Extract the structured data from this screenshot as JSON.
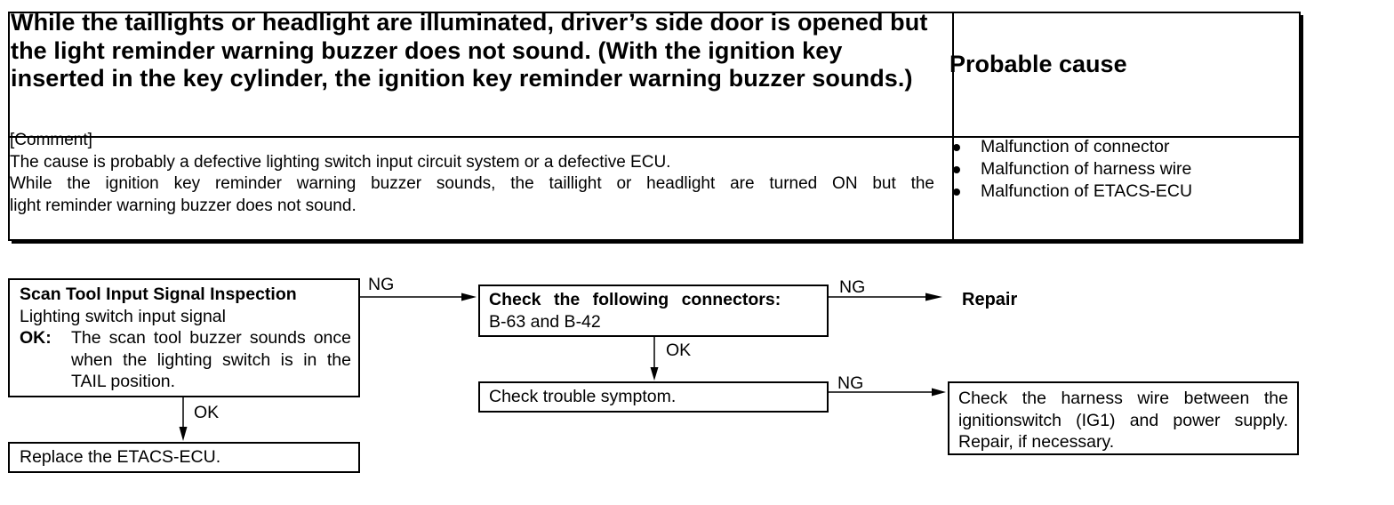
{
  "symptom": {
    "title": "While the taillights or headlight are illuminated, driver’s side door is opened but the light reminder warning buzzer does not sound. (With the ignition key inserted in the key cylinder, the ignition key reminder warning buzzer sounds.)",
    "probable_cause_header": "Probable cause"
  },
  "comment": {
    "label": "[Comment]",
    "line1": "The cause is probably a defective lighting switch input circuit system or a defective ECU.",
    "line2a": "While the ignition key reminder warning buzzer sounds, the taillight or headlight are turned ON but the",
    "line2b": "light reminder warning buzzer does not sound."
  },
  "causes": [
    "Malfunction of connector",
    "Malfunction of harness wire",
    "Malfunction of ETACS-ECU"
  ],
  "flow": {
    "scan": {
      "title": "Scan Tool Input Signal Inspection",
      "subtitle": "Lighting switch input signal",
      "ok_key": "OK:",
      "ok_text": "The scan tool buzzer sounds once when the lighting switch is in the TAIL position."
    },
    "replace": "Replace the ETACS-ECU.",
    "connectors": {
      "title": "Check the following connectors:",
      "list": "B-63 and B-42"
    },
    "symptom_check": "Check trouble symptom.",
    "harness": {
      "line1": "Check the harness wire between the",
      "line2": "ignitionswitch (IG1) and power supply.",
      "line3": "Repair, if necessary."
    },
    "repair": "Repair",
    "labels": {
      "ng": "NG",
      "ok": "OK"
    }
  }
}
